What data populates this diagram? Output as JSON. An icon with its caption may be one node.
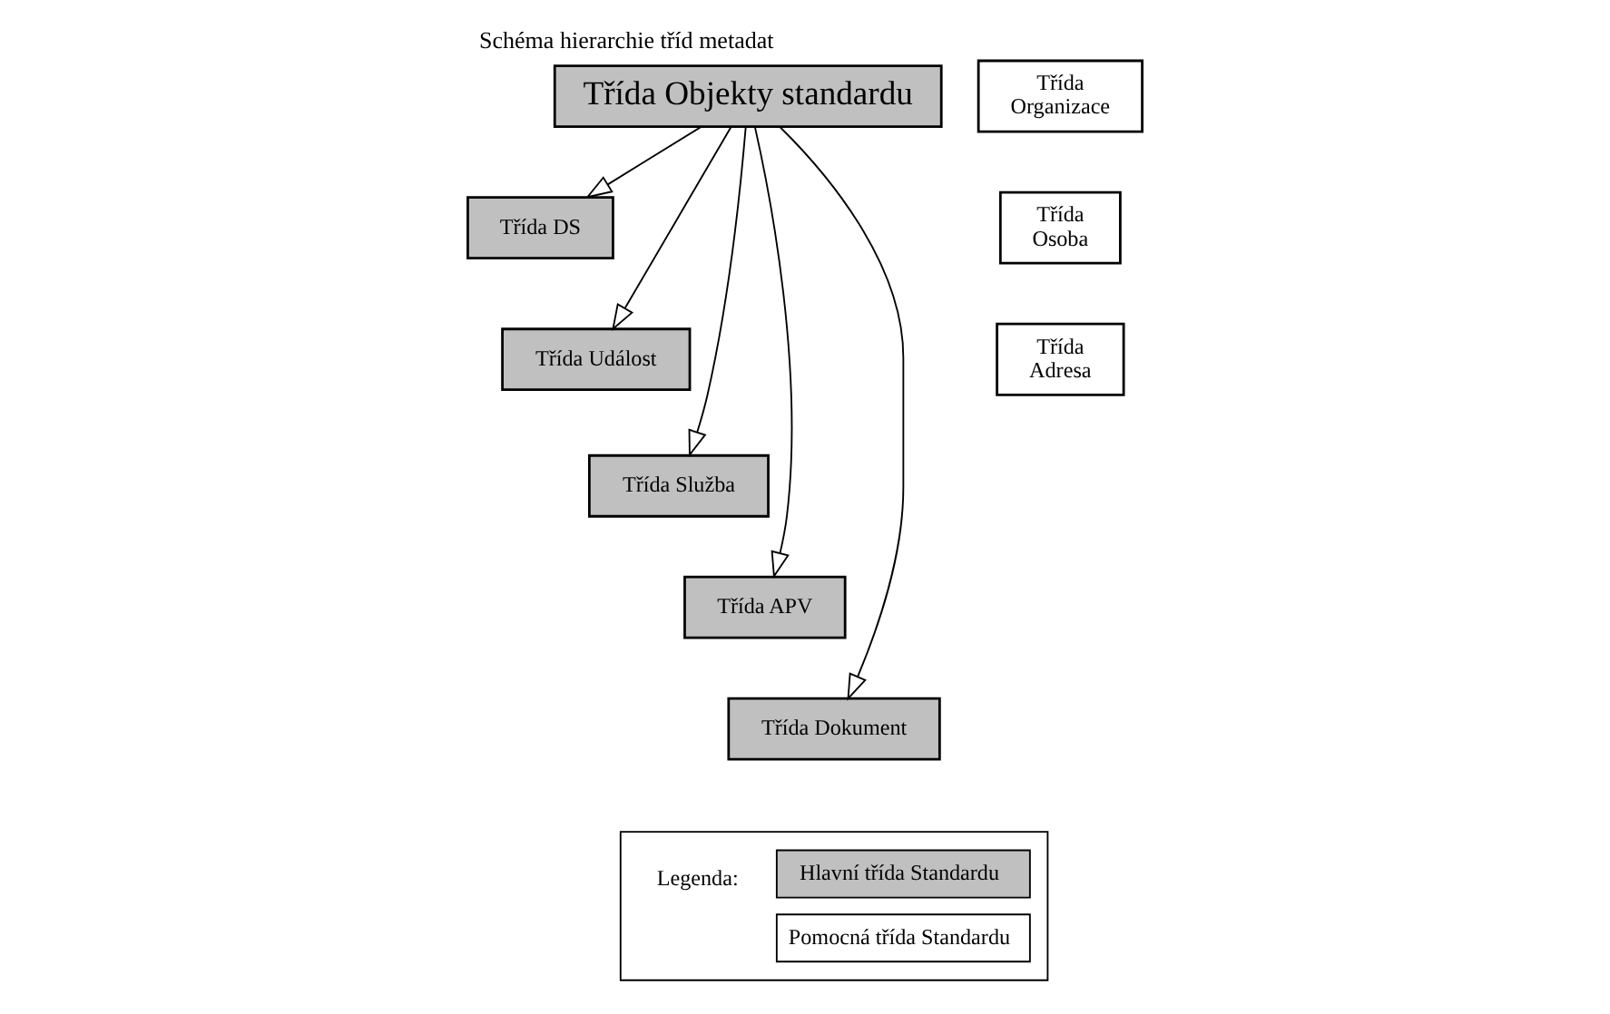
{
  "diagram": {
    "title": "Schéma hierarchie tříd metadat",
    "nodes": [
      {
        "text": [
          "Třída Objekty standardu"
        ]
      },
      {
        "text": [
          "Třída DS"
        ]
      },
      {
        "text": [
          "Třída Událost"
        ]
      },
      {
        "text": [
          "Třída Služba"
        ]
      },
      {
        "text": [
          "Třída APV"
        ]
      },
      {
        "text": [
          "Třída Dokument"
        ]
      },
      {
        "text": [
          "Třída Organizace"
        ]
      },
      {
        "text": [
          "Třída Osoba"
        ]
      },
      {
        "text": [
          "Třída Adresa"
        ]
      }
    ],
    "edges": [
      {
        "from": 0,
        "to": 1,
        "arrow": "to"
      },
      {
        "from": 0,
        "to": 2,
        "arrow": "to"
      },
      {
        "from": 0,
        "to": 3,
        "arrow": "to"
      },
      {
        "from": 0,
        "to": 4,
        "arrow": "to"
      },
      {
        "from": 0,
        "to": 5,
        "arrow": "to"
      }
    ],
    "labels": [
      "Legenda:"
    ],
    "legend": [
      {
        "text": "Hlavní třída Standardu",
        "color": "#c0c0c0"
      },
      {
        "text": "Pomocná třída Standardu",
        "color": "#ffffff"
      }
    ]
  }
}
